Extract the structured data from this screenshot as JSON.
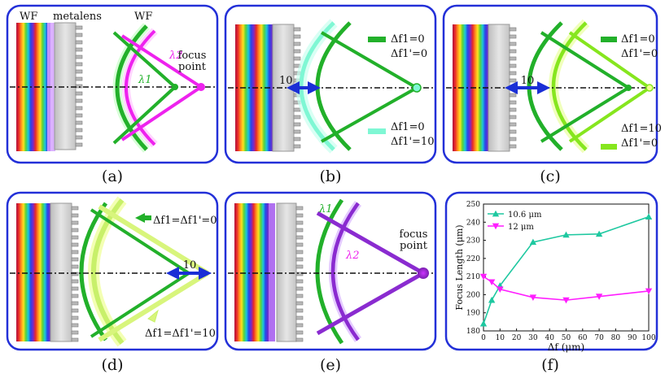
{
  "figure": {
    "panel_a": {
      "caption": "(a)",
      "wf_left": "WF",
      "metalens": "metalens",
      "wf_right": "WF",
      "lambda2": "λ2",
      "lambda1": "λ1",
      "focus_point_1": "focus",
      "focus_point_2": "point"
    },
    "panel_b": {
      "caption": "(b)",
      "shift": "10",
      "legend_top_1": "Δf1=0",
      "legend_top_2": "Δf1'=0",
      "legend_bottom_1": "Δf1=0",
      "legend_bottom_2": "Δf1'=10"
    },
    "panel_c": {
      "caption": "(c)",
      "shift": "10",
      "legend_top_1": "Δf1=0",
      "legend_top_2": "Δf1'=0",
      "legend_bottom_1": "Δf1=10",
      "legend_bottom_2": "Δf1'=0"
    },
    "panel_d": {
      "caption": "(d)",
      "shift": "10",
      "legend_top": "Δf1=Δf1'=0",
      "legend_bottom": "Δf1=Δf1'=10"
    },
    "panel_e": {
      "caption": "(e)",
      "lambda1": "λ1",
      "lambda2": "λ2",
      "focus_point_1": "focus",
      "focus_point_2": "point"
    },
    "panel_f": {
      "caption": "(f)"
    }
  },
  "chart_data": {
    "type": "line",
    "xlabel": "Δf (μm)",
    "ylabel": "Focus Length (μm)",
    "xlim": [
      0,
      100
    ],
    "ylim": [
      180,
      250
    ],
    "xticks": [
      0,
      10,
      20,
      30,
      40,
      50,
      60,
      70,
      80,
      90,
      100
    ],
    "yticks": [
      180,
      190,
      200,
      210,
      220,
      230,
      240,
      250
    ],
    "legend_position": "top-left",
    "series": [
      {
        "name": "10.6 μm",
        "color": "#1ec8a0",
        "marker": "triangle-up",
        "x": [
          0,
          5,
          10,
          30,
          50,
          70,
          100
        ],
        "y": [
          184,
          197,
          205,
          229,
          233,
          233.5,
          243
        ]
      },
      {
        "name": "12 μm",
        "color": "#ff1dff",
        "marker": "triangle-down",
        "x": [
          0,
          5,
          10,
          30,
          50,
          70,
          100
        ],
        "y": [
          210,
          207,
          203,
          198.5,
          197,
          199,
          202
        ]
      }
    ]
  }
}
